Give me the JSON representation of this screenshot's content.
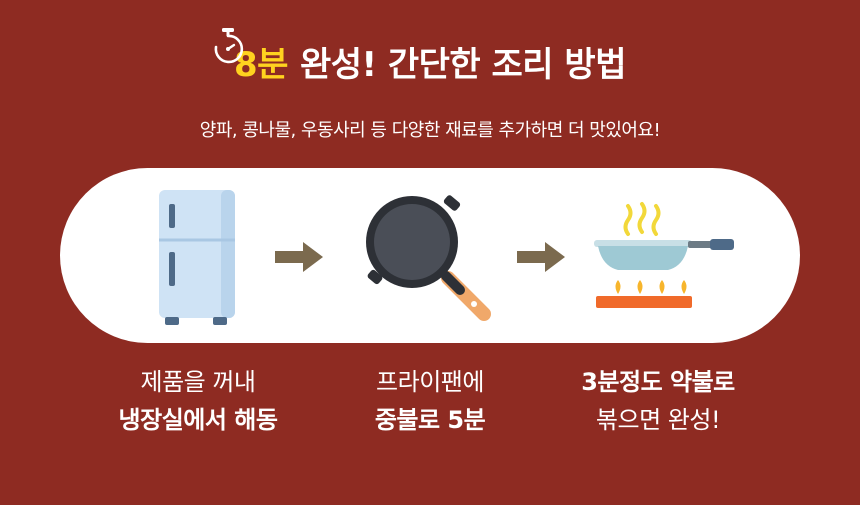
{
  "header": {
    "title_accent": "8분",
    "title_rest": "완성! 간단한 조리 방법",
    "subtitle": "양파, 콩나물, 우동사리 등 다양한 재료를 추가하면 더 맛있어요!"
  },
  "steps": [
    {
      "icon": "refrigerator-icon",
      "line1": "제품을 꺼내",
      "line2": "냉장실에서 해동",
      "bold_line": 2
    },
    {
      "icon": "frying-pan-icon",
      "line1": "프라이팬에",
      "line2": "중불로 5분",
      "bold_line": 2
    },
    {
      "icon": "pan-on-stove-icon",
      "line1": "3분정도 약불로",
      "line2": "볶으면 완성!",
      "bold_line": 1
    }
  ],
  "colors": {
    "background": "#8e2b22",
    "accent": "#ffd21f",
    "arrow": "#7b6a4e",
    "fridge": "#cfe3f5",
    "pan": "#3c3f47"
  }
}
